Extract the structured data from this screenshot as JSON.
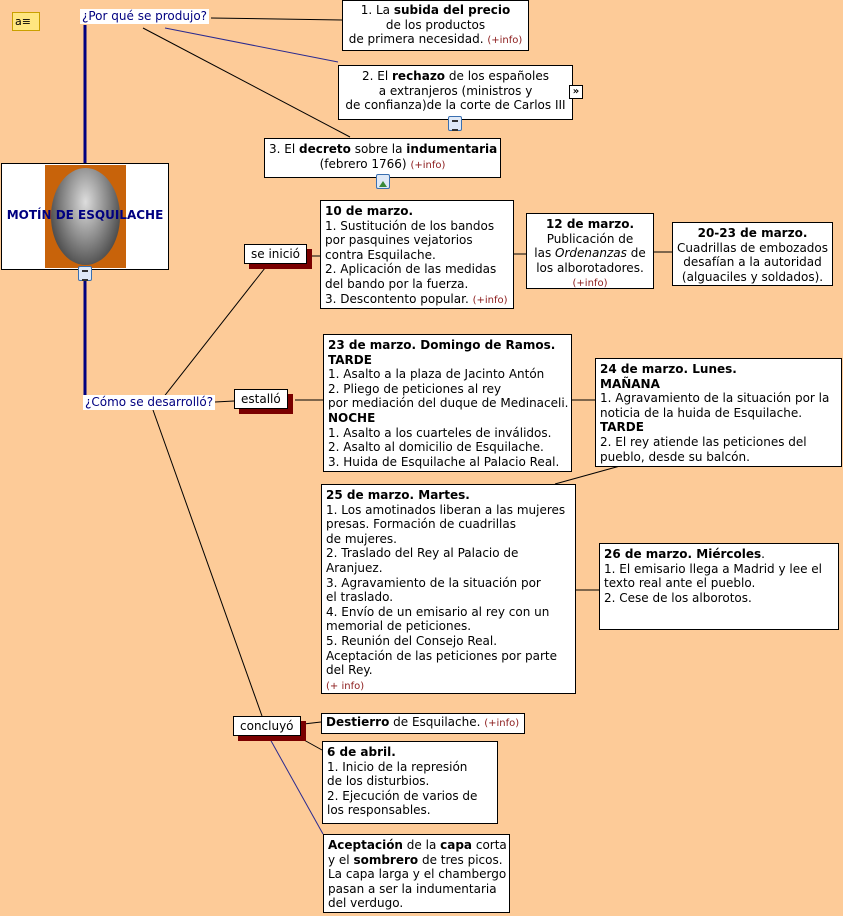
{
  "questions": {
    "why": "¿Por qué se produjo?",
    "how": "¿Cómo se desarrolló?"
  },
  "main_title": "MOTÍN DE ESQUILACHE",
  "links": {
    "started": "se inició",
    "exploded": "estalló",
    "concluded": "concluyó"
  },
  "colors": {
    "background": "#fdcb98",
    "question_text": "#000080",
    "info": "#8b1a1a",
    "shadow": "#7a0000"
  },
  "nodes": {
    "cause1": [
      [
        "1. La ",
        {
          "b": "subida del precio"
        }
      ],
      [
        "de los productos"
      ],
      [
        "de primera necesidad. ",
        {
          "info": "(+info)"
        }
      ]
    ],
    "cause2": [
      [
        "2. El ",
        {
          "b": "rechazo"
        },
        " de los españoles"
      ],
      [
        "a  extranjeros (ministros y"
      ],
      [
        "de confianza)de la corte de Carlos III"
      ]
    ],
    "cause3": [
      [
        "3. El ",
        {
          "b": "decreto"
        },
        " sobre la ",
        {
          "b": "indumentaria"
        }
      ],
      [
        "(febrero 1766) ",
        {
          "info": "(+info)"
        }
      ]
    ],
    "mar10": [
      [
        {
          "b": "10 de marzo."
        }
      ],
      [
        "1. Sustitución de los bandos"
      ],
      [
        "por pasquines vejatorios"
      ],
      [
        "contra Esquilache."
      ],
      [
        "2. Aplicación de las medidas"
      ],
      [
        "del bando por la fuerza."
      ],
      [
        "3. Descontento popular. ",
        {
          "info": "(+info)"
        }
      ]
    ],
    "mar12": [
      [
        {
          "b": "12 de marzo."
        }
      ],
      [
        "Publicación de"
      ],
      [
        "las ",
        {
          "i": "Ordenanzas"
        },
        "  de"
      ],
      [
        "los alborotadores."
      ],
      [
        {
          "info": "(+info)"
        }
      ]
    ],
    "mar20": [
      [
        {
          "b": "20-23 de marzo."
        }
      ],
      [
        "Cuadrillas de embozados"
      ],
      [
        "desafían a la autoridad"
      ],
      [
        "(alguaciles y soldados)."
      ]
    ],
    "mar23": [
      [
        {
          "b": "23 de marzo. Domingo de Ramos."
        }
      ],
      [
        {
          "b": "TARDE"
        }
      ],
      [
        "1. Asalto a la plaza de Jacinto Antón"
      ],
      [
        "2. Pliego de peticiones al rey"
      ],
      [
        "por mediación del duque de Medinaceli."
      ],
      [
        {
          "b": "NOCHE"
        }
      ],
      [
        "1. Asalto a los cuarteles de inválidos."
      ],
      [
        "2. Asalto al domicilio de Esquilache."
      ],
      [
        "3. Huida de Esquilache al Palacio Real."
      ]
    ],
    "mar24": [
      [
        {
          "b": "24 de marzo. Lunes."
        }
      ],
      [
        {
          "b": "MAÑANA"
        }
      ],
      [
        "1. Agravamiento de la situación por la"
      ],
      [
        "noticia de la huida de Esquilache."
      ],
      [
        {
          "b": "TARDE"
        }
      ],
      [
        "2. El rey atiende las peticiones del"
      ],
      [
        "pueblo, desde su balcón."
      ]
    ],
    "mar25": [
      [
        {
          "b": "25 de marzo. Martes."
        }
      ],
      [
        "1. Los amotinados liberan a las mujeres"
      ],
      [
        "presas. Formación de cuadrillas"
      ],
      [
        "de mujeres."
      ],
      [
        "2. Traslado del Rey al Palacio de"
      ],
      [
        "Aranjuez."
      ],
      [
        "3. Agravamiento de la situación por"
      ],
      [
        "el traslado."
      ],
      [
        "4. Envío de un emisario al rey con un"
      ],
      [
        "memorial de peticiones."
      ],
      [
        "5. Reunión del Consejo Real."
      ],
      [
        "Aceptación de las peticiones por parte"
      ],
      [
        "del Rey."
      ],
      [
        {
          "info": "(+ info)"
        }
      ]
    ],
    "mar26": [
      [
        {
          "b": "26 de marzo. Miércoles"
        },
        "."
      ],
      [
        "1. El emisario llega a Madrid y lee el"
      ],
      [
        "texto real ante el pueblo."
      ],
      [
        "2. Cese de los alborotos."
      ]
    ],
    "exile": [
      [
        {
          "b": "Destierro"
        },
        " de Esquilache. ",
        {
          "info": "(+info)"
        }
      ]
    ],
    "apr6": [
      [
        {
          "b": "6 de abril."
        }
      ],
      [
        "1. Inicio de la represión"
      ],
      [
        "de los disturbios."
      ],
      [
        "2. Ejecución de varios de"
      ],
      [
        "los responsables."
      ]
    ],
    "cape": [
      [
        {
          "b": "Aceptación"
        },
        " de la ",
        {
          "b": "capa"
        },
        " corta"
      ],
      [
        "y el ",
        {
          "b": "sombrero"
        },
        " de tres picos."
      ],
      [
        "La capa larga y el chambergo"
      ],
      [
        "pasan a ser la indumentaria"
      ],
      [
        "del verdugo."
      ]
    ]
  }
}
